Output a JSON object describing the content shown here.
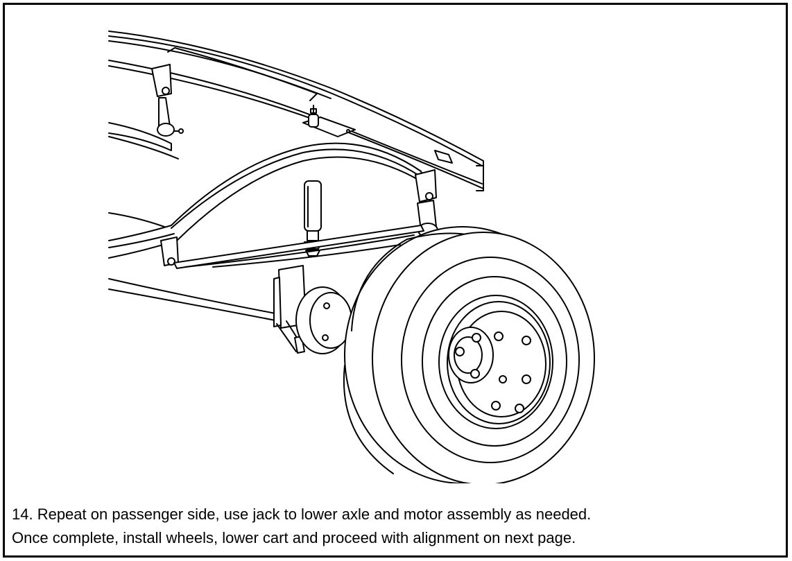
{
  "caption": {
    "line1": "14. Repeat on passenger side, use jack to lower axle and motor assembly as needed.",
    "line2": "Once complete, install wheels, lower cart and proceed with alignment on next page."
  },
  "illustration": {
    "icon": "suspension-assembly-drawing",
    "stroke_color": "#000000",
    "fill_color": "#ffffff"
  }
}
